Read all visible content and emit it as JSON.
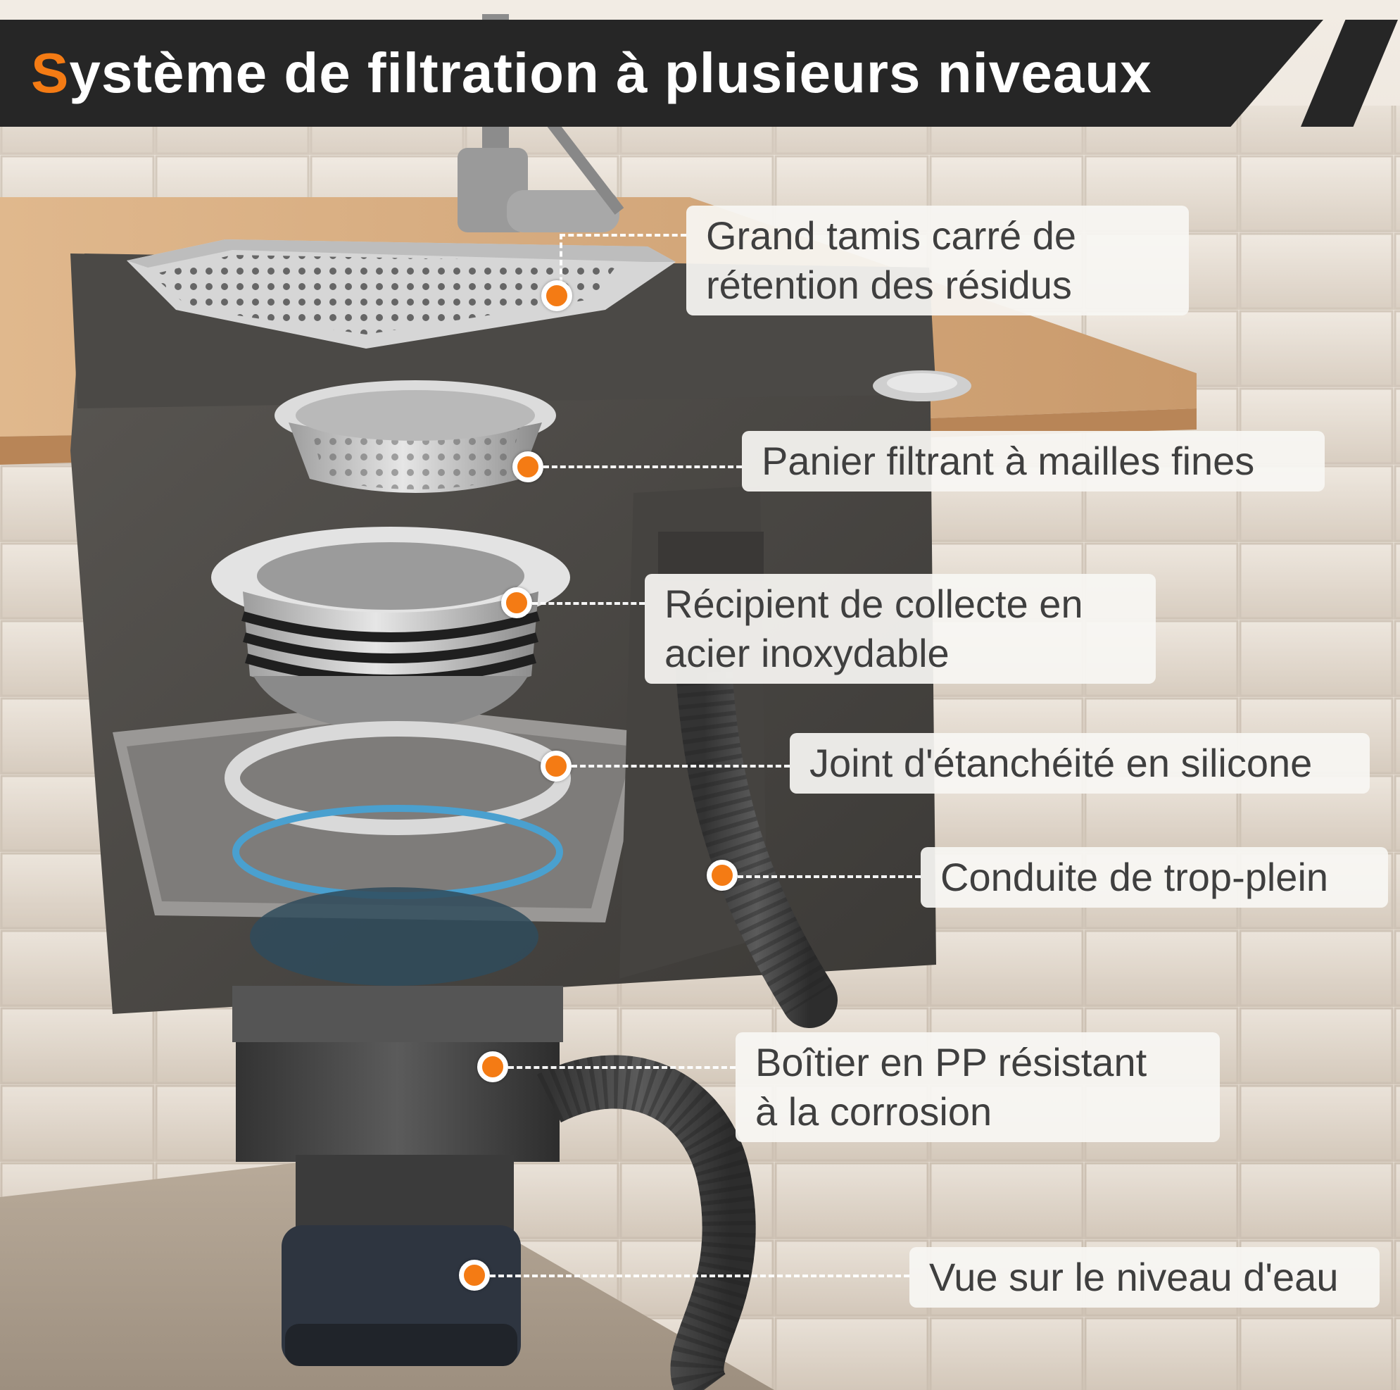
{
  "title": {
    "first_letter": "S",
    "rest": "ystème de filtration à plusieurs niveaux"
  },
  "labels": [
    {
      "id": "grand-tamis",
      "text": "Grand tamis carré de\nrétention des résidus"
    },
    {
      "id": "panier",
      "text": "Panier filtrant à mailles fines"
    },
    {
      "id": "recipient",
      "text": "Récipient de collecte en\nacier inoxydable"
    },
    {
      "id": "joint",
      "text": "Joint d'étanchéité en silicone"
    },
    {
      "id": "conduite",
      "text": "Conduite de trop-plein"
    },
    {
      "id": "boitier",
      "text": "Boîtier en PP résistant\nà la corrosion"
    },
    {
      "id": "vue",
      "text": "Vue sur le niveau d'eau"
    }
  ],
  "colors": {
    "accent": "#f47b14",
    "header_bg": "#262626",
    "label_text": "#3f3f3f"
  }
}
